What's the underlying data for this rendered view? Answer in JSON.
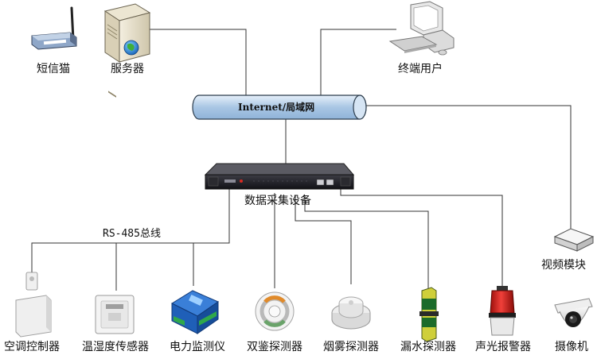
{
  "network": {
    "label": "Internet/局域网"
  },
  "top_nodes": {
    "sms_modem": {
      "label": "短信猫"
    },
    "server": {
      "label": "服务器"
    },
    "terminal_user": {
      "label": "终端用户"
    }
  },
  "collector": {
    "label": "数据采集设备"
  },
  "bus": {
    "label": "RS-485总线"
  },
  "video_module": {
    "label": "视频模块"
  },
  "devices": [
    {
      "label": "空调控制器"
    },
    {
      "label": "温湿度传感器"
    },
    {
      "label": "电力监测仪"
    },
    {
      "label": "双鉴探测器"
    },
    {
      "label": "烟雾探测器"
    },
    {
      "label": "漏水探测器"
    },
    {
      "label": "声光报警器"
    },
    {
      "label": "摄像机"
    }
  ],
  "colors": {
    "pipe_fill": "#bcd3ea",
    "pipe_stroke": "#3a4a5a",
    "wire": "#333333",
    "alarm_red": "#d8201a"
  }
}
